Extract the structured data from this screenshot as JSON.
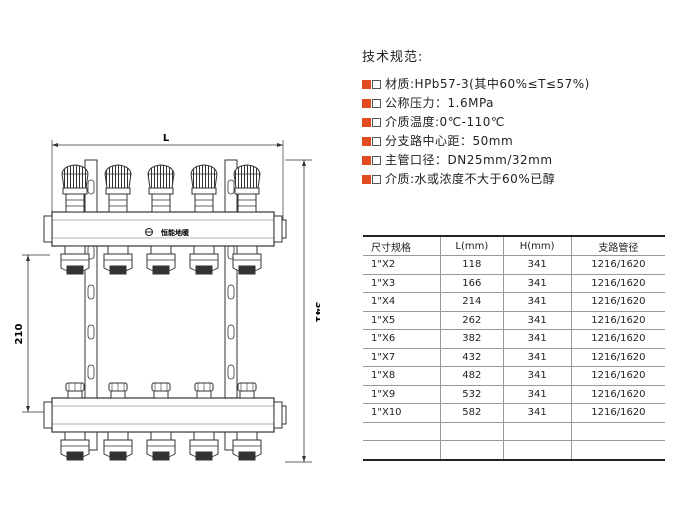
{
  "spec": {
    "title": "技术规范:",
    "bullet_color": "#e24a1f",
    "items": [
      "材质:HPb57-3(其中60%≤T≤57%)",
      "公称压力：1.6MPa",
      "介质温度:0℃-110℃",
      "分支路中心距：50mm",
      "主管口径：DN25mm/32mm",
      "介质:水或浓度不大于60%已醇"
    ]
  },
  "table": {
    "headers": [
      "尺寸规格",
      "L(mm)",
      "H(mm)",
      "支路管径"
    ],
    "rows": [
      [
        "1\"X2",
        "118",
        "341",
        "1216/1620"
      ],
      [
        "1\"X3",
        "166",
        "341",
        "1216/1620"
      ],
      [
        "1\"X4",
        "214",
        "341",
        "1216/1620"
      ],
      [
        "1\"X5",
        "262",
        "341",
        "1216/1620"
      ],
      [
        "1\"X6",
        "382",
        "341",
        "1216/1620"
      ],
      [
        "1\"X7",
        "432",
        "341",
        "1216/1620"
      ],
      [
        "1\"X8",
        "482",
        "341",
        "1216/1620"
      ],
      [
        "1\"X9",
        "532",
        "341",
        "1216/1620"
      ],
      [
        "1\"X10",
        "582",
        "341",
        "1216/1620"
      ],
      [
        "",
        "",
        "",
        ""
      ],
      [
        "",
        "",
        "",
        ""
      ]
    ]
  },
  "drawing": {
    "dim_l": "L",
    "dim_210": "210",
    "dim_341": "341",
    "brand": "恒能地暖",
    "outlets": 5
  }
}
